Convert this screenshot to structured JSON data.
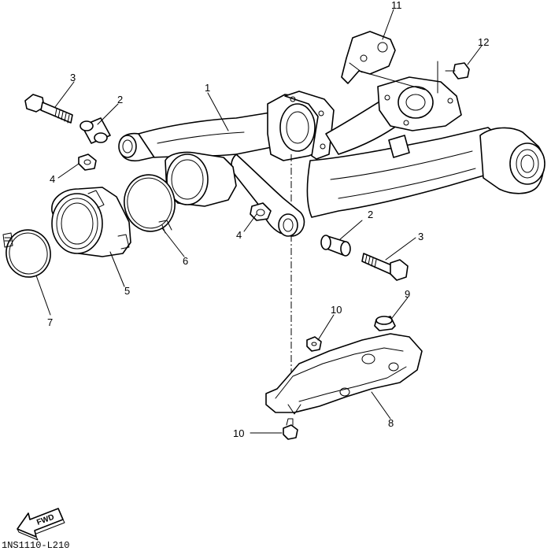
{
  "callouts": {
    "swingarm": "1",
    "bushing_upper": "2",
    "bushing_lower": "2",
    "bolt_upper": "3",
    "bolt_lower": "3",
    "washer_upper": "4",
    "washer_lower": "4",
    "boot_large": "5",
    "band_large": "6",
    "band_small": "7",
    "guard": "8",
    "collar": "9",
    "nut_upper": "10",
    "nut_lower": "10",
    "bracket": "11",
    "bracket_bolt": "12"
  },
  "fwd_label": "FWD",
  "diagram_code": "1NS1110-L210"
}
